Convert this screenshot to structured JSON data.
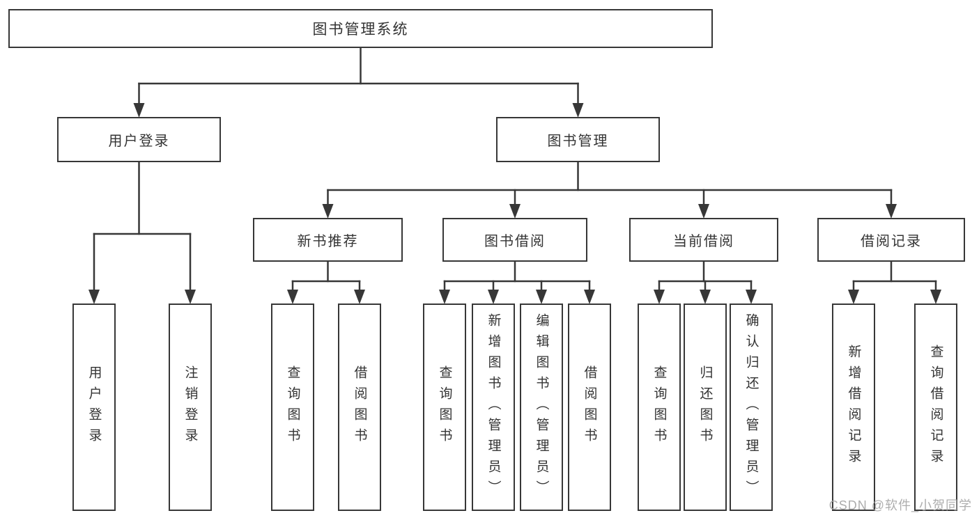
{
  "diagram": {
    "title": "图书管理系统",
    "watermark": "CSDN @软件_小贺同学",
    "colors": {
      "line": "#373737",
      "box_border": "#373737",
      "box_fill": "#ffffff",
      "text": "#333333",
      "watermark": "#a5a5a5",
      "background": "#ffffff"
    },
    "nodes": [
      {
        "id": "root",
        "label": "图书管理系统",
        "orientation": "horizontal",
        "level": 1
      },
      {
        "id": "user-login",
        "label": "用户登录",
        "orientation": "horizontal",
        "level": 2
      },
      {
        "id": "book-management",
        "label": "图书管理",
        "orientation": "horizontal",
        "level": 2
      },
      {
        "id": "new-book-recommend",
        "label": "新书推荐",
        "orientation": "horizontal",
        "level": 3
      },
      {
        "id": "book-borrow",
        "label": "图书借阅",
        "orientation": "horizontal",
        "level": 3
      },
      {
        "id": "current-borrow",
        "label": "当前借阅",
        "orientation": "horizontal",
        "level": 3
      },
      {
        "id": "borrow-records",
        "label": "借阅记录",
        "orientation": "horizontal",
        "level": 3
      },
      {
        "id": "leaf-user-login",
        "label": "用户登录",
        "orientation": "vertical",
        "level": 4
      },
      {
        "id": "leaf-logout",
        "label": "注销登录",
        "orientation": "vertical",
        "level": 4
      },
      {
        "id": "leaf-query-book-1",
        "label": "查询图书",
        "orientation": "vertical",
        "level": 4
      },
      {
        "id": "leaf-borrow-book-1",
        "label": "借阅图书",
        "orientation": "vertical",
        "level": 4
      },
      {
        "id": "leaf-query-book-2",
        "label": "查询图书",
        "orientation": "vertical",
        "level": 4
      },
      {
        "id": "leaf-add-book",
        "label": "新增图书（管理员）",
        "orientation": "vertical",
        "level": 4
      },
      {
        "id": "leaf-edit-book",
        "label": "编辑图书（管理员）",
        "orientation": "vertical",
        "level": 4
      },
      {
        "id": "leaf-borrow-book-2",
        "label": "借阅图书",
        "orientation": "vertical",
        "level": 4
      },
      {
        "id": "leaf-query-book-3",
        "label": "查询图书",
        "orientation": "vertical",
        "level": 4
      },
      {
        "id": "leaf-return-book",
        "label": "归还图书",
        "orientation": "vertical",
        "level": 4
      },
      {
        "id": "leaf-confirm-return",
        "label": "确认归还（管理员）",
        "orientation": "vertical",
        "level": 4
      },
      {
        "id": "leaf-add-borrow-record",
        "label": "新增借阅记录",
        "orientation": "vertical",
        "level": 4
      },
      {
        "id": "leaf-query-borrow-record",
        "label": "查询借阅记录",
        "orientation": "vertical",
        "level": 4
      }
    ],
    "hierarchy": [
      {
        "parent": "root",
        "children": [
          "user-login",
          "book-management"
        ]
      },
      {
        "parent": "user-login",
        "children": [
          "leaf-user-login",
          "leaf-logout"
        ]
      },
      {
        "parent": "book-management",
        "children": [
          "new-book-recommend",
          "book-borrow",
          "current-borrow",
          "borrow-records"
        ]
      },
      {
        "parent": "new-book-recommend",
        "children": [
          "leaf-query-book-1",
          "leaf-borrow-book-1"
        ]
      },
      {
        "parent": "book-borrow",
        "children": [
          "leaf-query-book-2",
          "leaf-add-book",
          "leaf-edit-book",
          "leaf-borrow-book-2"
        ]
      },
      {
        "parent": "current-borrow",
        "children": [
          "leaf-query-book-3",
          "leaf-return-book",
          "leaf-confirm-return"
        ]
      },
      {
        "parent": "borrow-records",
        "children": [
          "leaf-add-borrow-record",
          "leaf-query-borrow-record"
        ]
      }
    ]
  }
}
